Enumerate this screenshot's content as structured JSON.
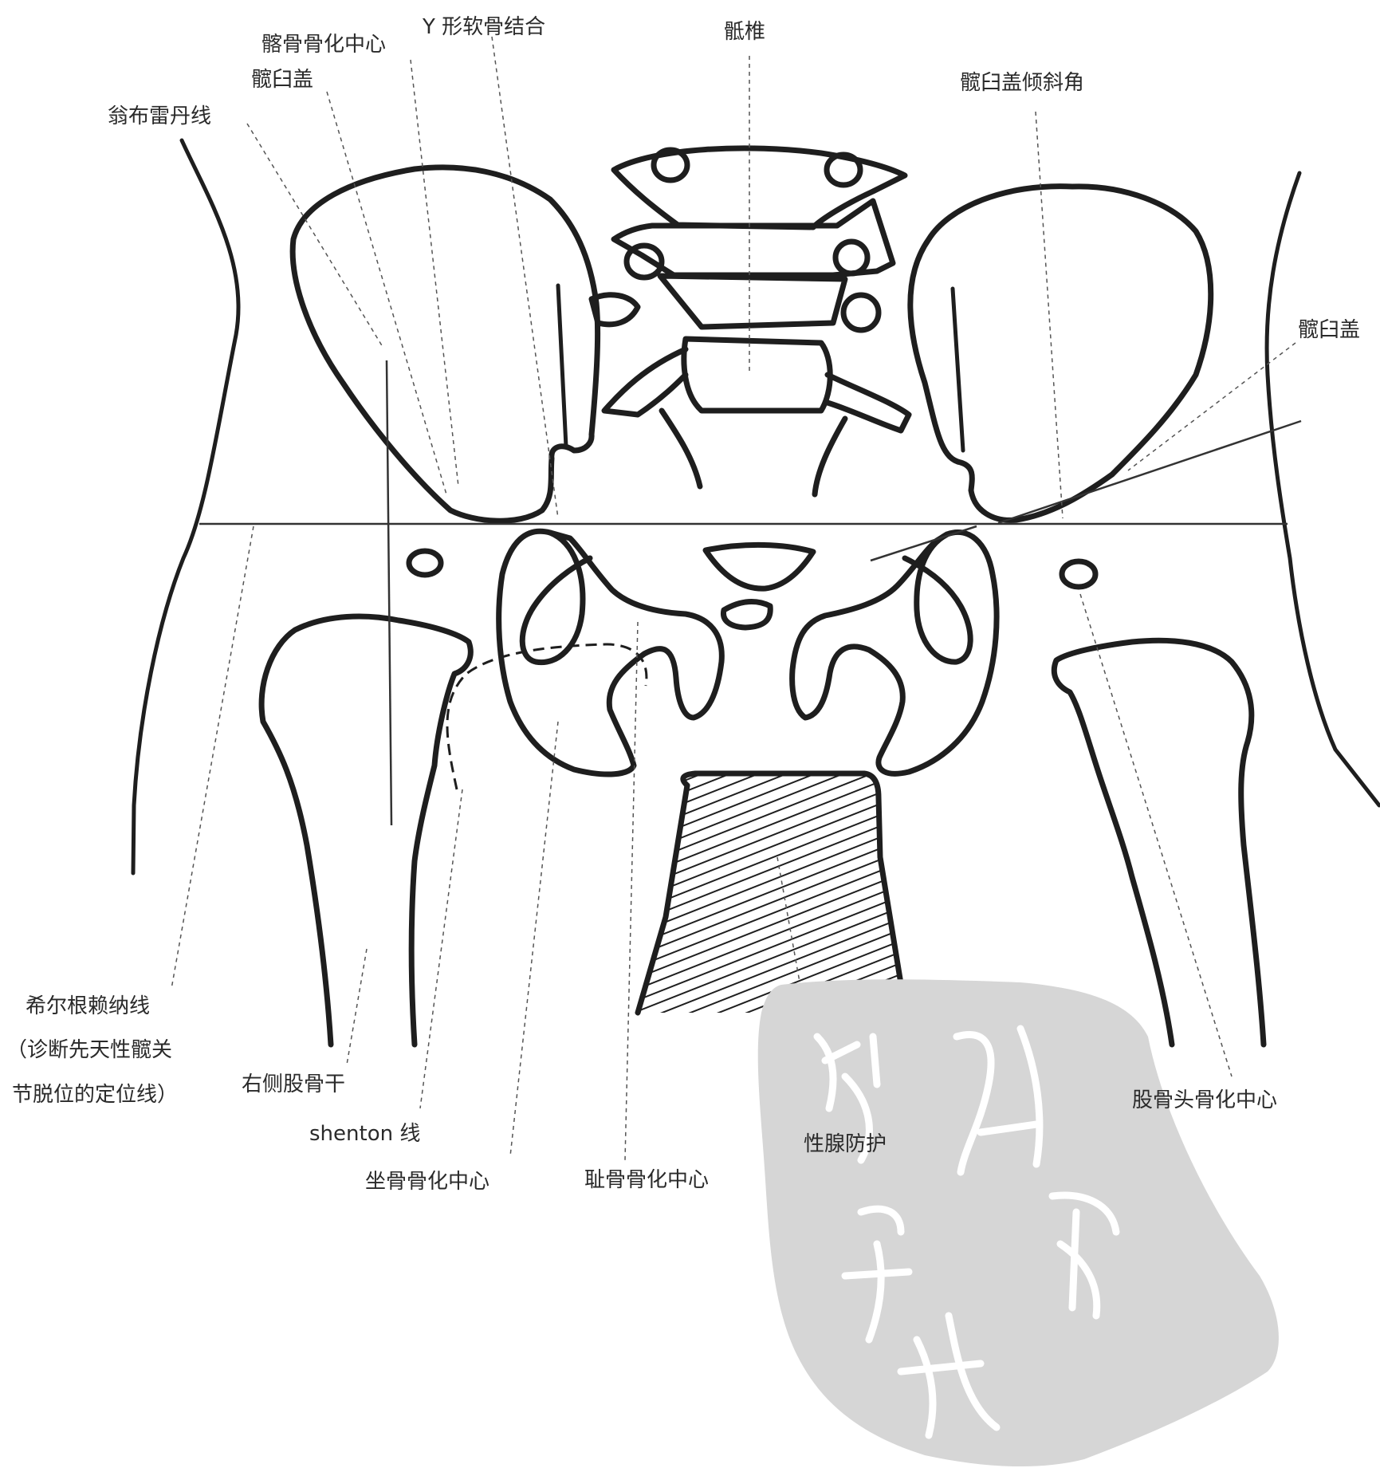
{
  "labels": {
    "y_cartilage": "Y 形软骨结合",
    "ilium_ossification": "髂骨骨化中心",
    "acetabular_roof_left": "髋臼盖",
    "ombredanne_line": "翁布雷丹线",
    "sacral_vertebra": "骶椎",
    "acetabular_angle": "髋臼盖倾斜角",
    "acetabular_roof_right": "髋臼盖",
    "hilgenreiner_line_1": "希尔根赖纳线",
    "hilgenreiner_line_2": "（诊断先天性髋关",
    "hilgenreiner_line_3": "节脱位的定位线）",
    "right_femur_shaft": "右侧股骨干",
    "shenton_line": "shenton 线",
    "ischium_ossification": "坐骨骨化中心",
    "pubis_ossification": "耻骨骨化中心",
    "gonad_shield": "性腺防护",
    "femoral_head_ossification": "股骨头骨化中心"
  },
  "colors": {
    "line": "#1e1e1e",
    "text": "#2a2a2a",
    "seal": "#d6d6d6"
  }
}
